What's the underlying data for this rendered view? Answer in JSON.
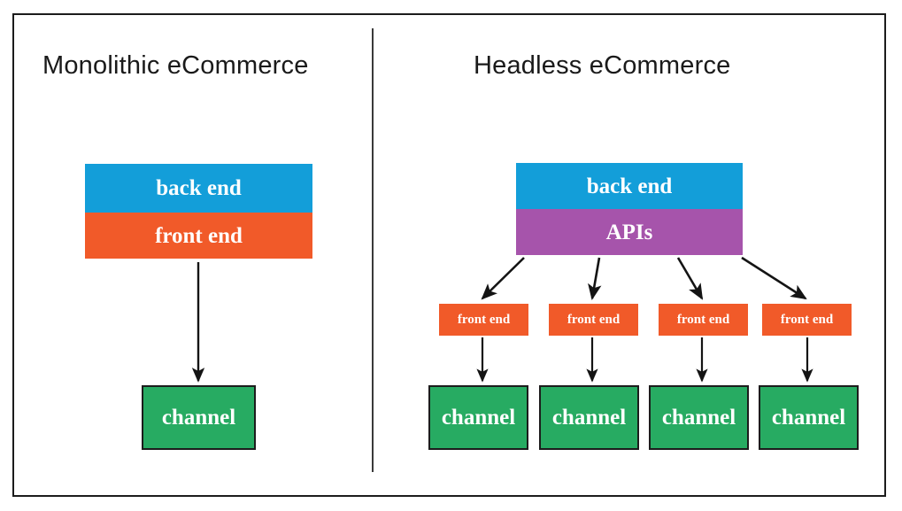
{
  "diagram": {
    "title_left": "Monolithic eCommerce",
    "title_right": "Headless eCommerce",
    "colors": {
      "backend": "#139ed9",
      "frontend": "#f15a29",
      "apis": "#a654ab",
      "channel": "#27ab62",
      "border": "#1c1c1c",
      "text_dark": "#1a1a1a",
      "text_light": "#ffffff",
      "background": "#ffffff"
    },
    "monolithic": {
      "stack": [
        {
          "label": "back end",
          "color": "backend"
        },
        {
          "label": "front end",
          "color": "frontend"
        }
      ],
      "channels": [
        {
          "label": "channel"
        }
      ]
    },
    "headless": {
      "stack": [
        {
          "label": "back end",
          "color": "backend"
        },
        {
          "label": "APIs",
          "color": "apis"
        }
      ],
      "frontends": [
        {
          "label": "front end"
        },
        {
          "label": "front end"
        },
        {
          "label": "front end"
        },
        {
          "label": "front end"
        }
      ],
      "channels": [
        {
          "label": "channel"
        },
        {
          "label": "channel"
        },
        {
          "label": "channel"
        },
        {
          "label": "channel"
        }
      ]
    }
  }
}
